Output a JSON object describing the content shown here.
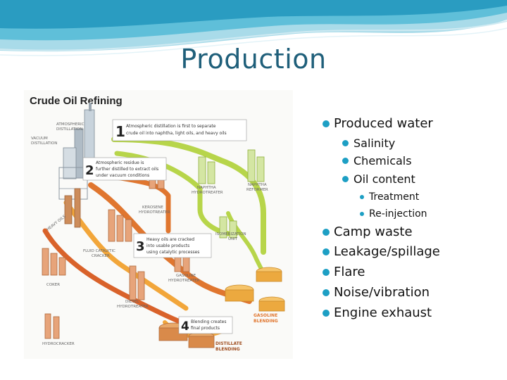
{
  "slide": {
    "title": "Production",
    "accent_color": "#1d9fc4",
    "title_color": "#1f5f7a"
  },
  "figure": {
    "heading": "Crude Oil Refining",
    "steps": [
      {
        "number": "1",
        "line1": "Atmospheric distillation is first to separate",
        "line2": "crude oil into naphtha, light oils, and heavy oils"
      },
      {
        "number": "2",
        "line1": "Atmospheric residue is",
        "line2": "further distilled to extract oils",
        "line3": "under vacuum conditions"
      },
      {
        "number": "3",
        "line1": "Heavy oils are cracked",
        "line2": "into usable products",
        "line3": "using catalytic processes"
      },
      {
        "number": "4",
        "line1": "Blending creates",
        "line2": "final products"
      }
    ],
    "units": {
      "atmospheric_1": "ATMOSPHERIC",
      "atmospheric_2": "DISTILLATION",
      "vacuum_1": "VACUUM",
      "vacuum_2": "DISTILLATION",
      "heavy_oils": "HEAVY OILS",
      "naphtha_hydro_1": "NAPHTHA",
      "naphtha_hydro_2": "HYDROTREATER",
      "naphtha_ref_1": "NAPHTHA",
      "naphtha_ref_2": "REFORMER",
      "kerosene_1": "KEROSENE",
      "kerosene_2": "HYDROTREATER",
      "isom_1": "ISOMERIZATION",
      "isom_2": "UNIT",
      "fcc_1": "FLUID CATALYTIC",
      "fcc_2": "CRACKER",
      "coker": "COKER",
      "gasoline_hydro_1": "GASOLINE",
      "gasoline_hydro_2": "HYDROTREATER",
      "diesel_1": "DIESEL",
      "diesel_2": "HYDROTREATER",
      "hydrocracker": "HYDROCRACKER",
      "gasoline_blend_1": "GASOLINE",
      "gasoline_blend_2": "BLENDING",
      "distillate_blend_1": "DISTILLATE",
      "distillate_blend_2": "BLENDING"
    }
  },
  "bullets": {
    "produced_water": "Produced water",
    "salinity": "Salinity",
    "chemicals": "Chemicals",
    "oil_content": "Oil content",
    "treatment": "Treatment",
    "reinjection": "Re-injection",
    "camp_waste": "Camp waste",
    "leakage": "Leakage/spillage",
    "flare": "Flare",
    "noise": "Noise/vibration",
    "engine": "Engine exhaust"
  }
}
